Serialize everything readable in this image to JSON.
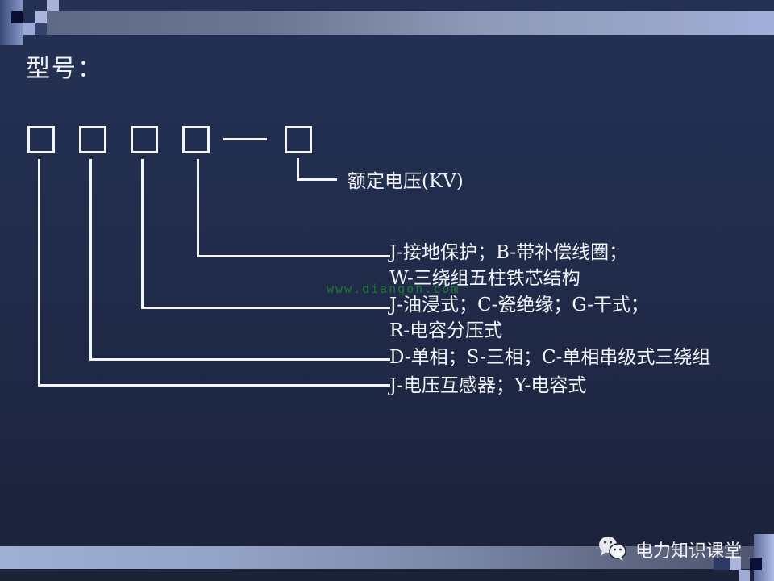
{
  "slide": {
    "title": "型号：",
    "colors": {
      "background": "#212c4b",
      "foreground": "#f4f5f8",
      "watermark": "#1a8a2a",
      "band_light": "#a3aedb",
      "band_dark": "#5e6a86"
    }
  },
  "model_code": {
    "boxes": [
      "□",
      "□",
      "□",
      "□",
      "□"
    ],
    "separator": "—"
  },
  "labels": {
    "rated_voltage": "额定电压(KV)",
    "position4_line1": "J-接地保护；B-带补偿线圈；",
    "position4_line2": "W-三绕组五柱铁芯结构",
    "position3_line1": "J-油浸式；C-瓷绝缘；G-干式；",
    "position3_line2": "R-电容分压式",
    "position2": "D-单相；S-三相；C-单相串级式三绕组",
    "position1": "J-电压互感器；Y-电容式"
  },
  "watermark": "www.diangon.com",
  "brand": {
    "icon": "wechat-icon",
    "name": "电力知识课堂"
  }
}
